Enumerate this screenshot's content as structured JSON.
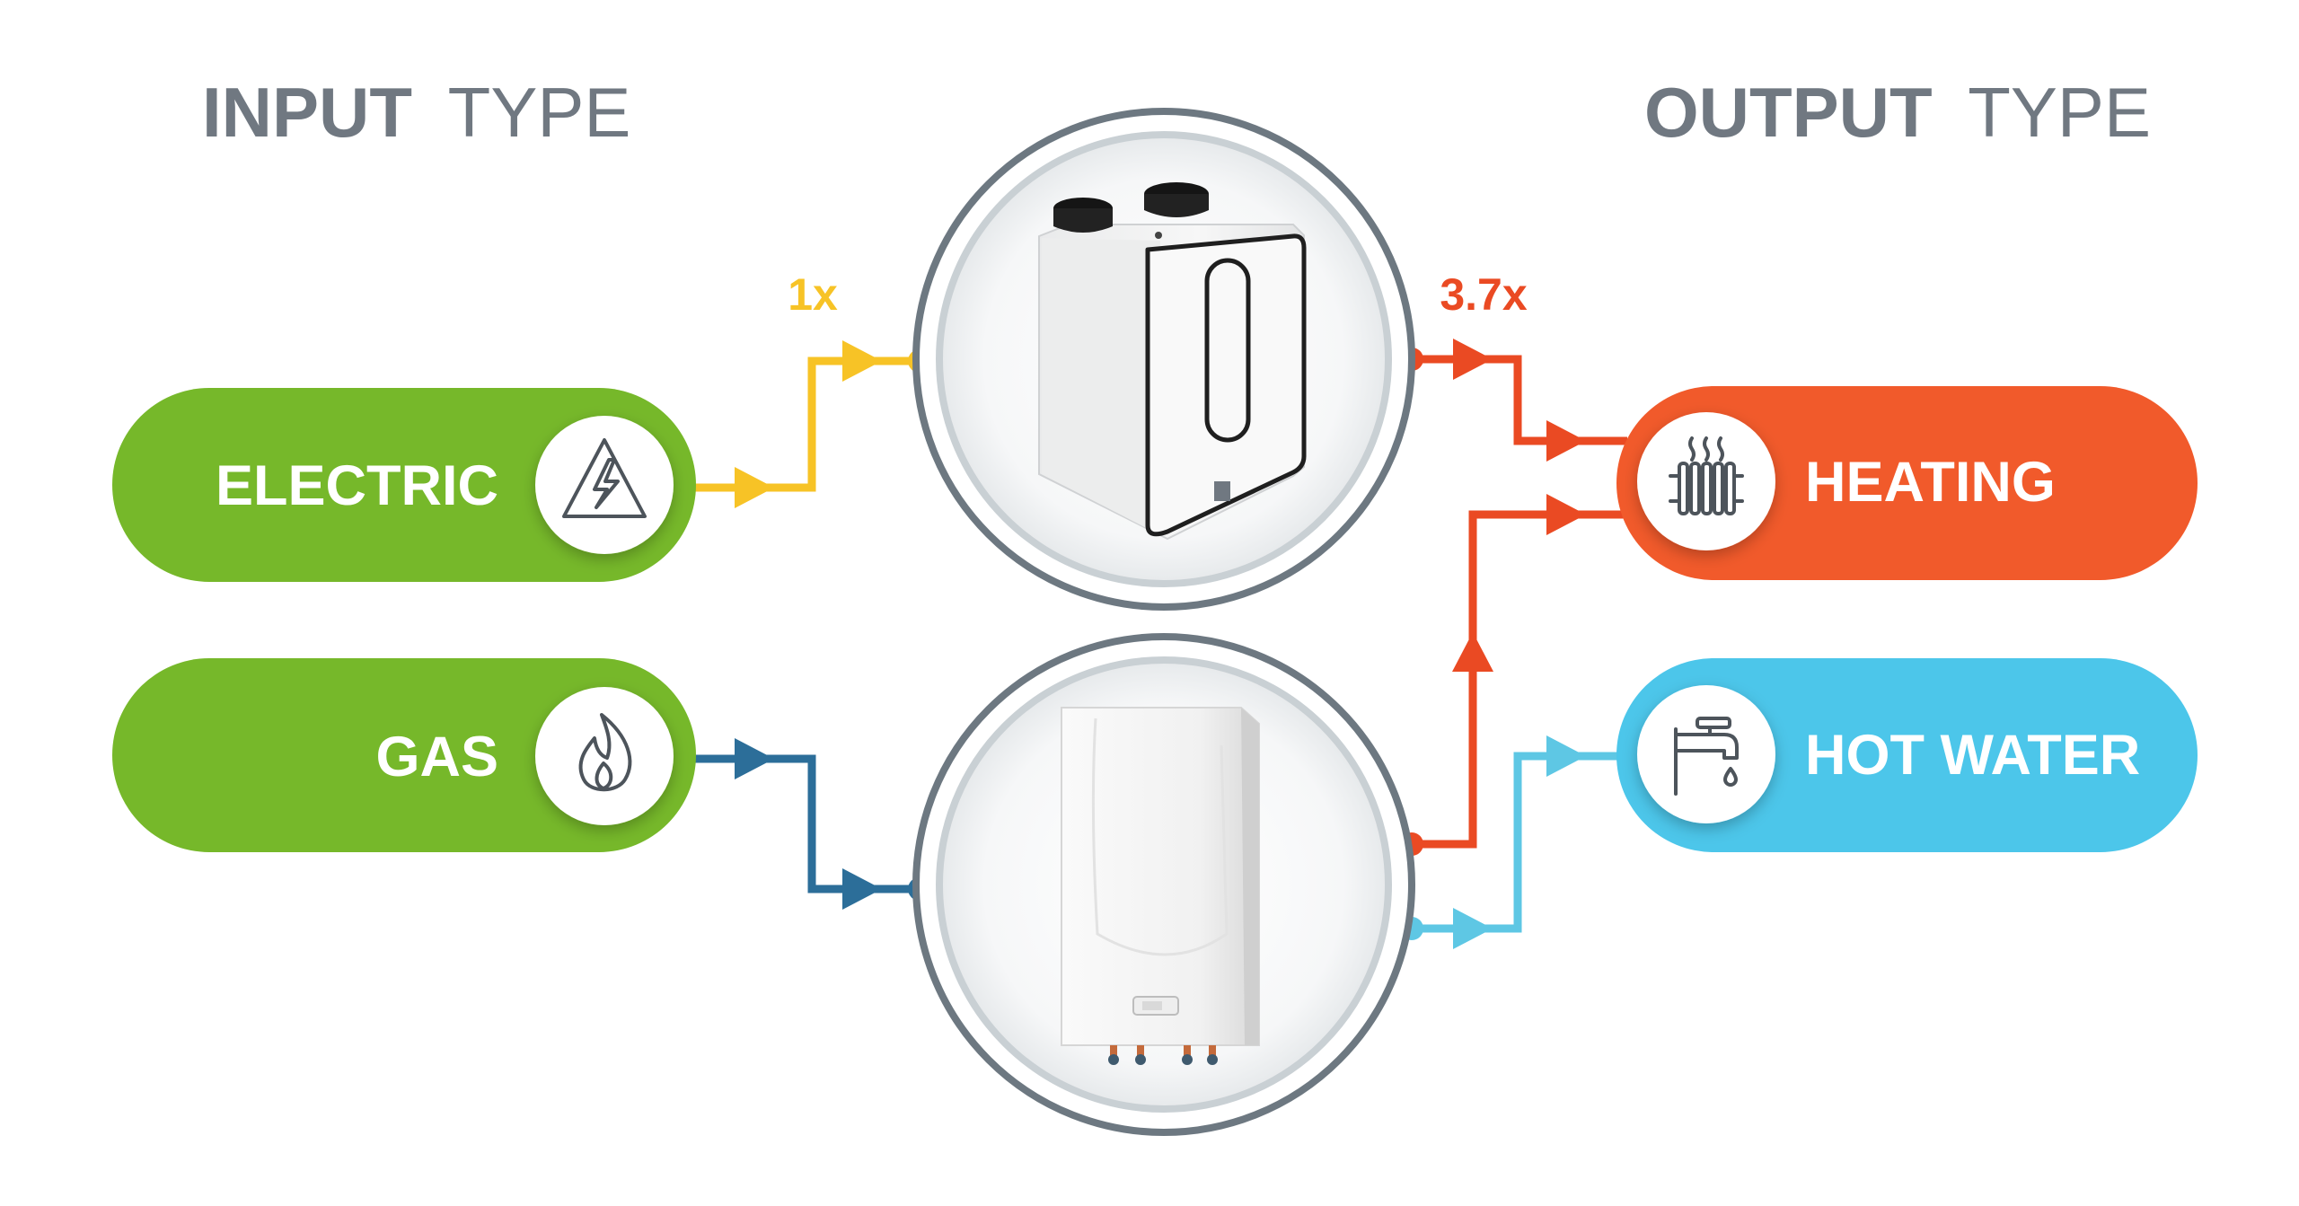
{
  "headings": {
    "input_bold": "INPUT",
    "input_light": "TYPE",
    "output_bold": "OUTPUT",
    "output_light": "TYPE"
  },
  "inputs": [
    {
      "label": "ELECTRIC",
      "icon": "electric-warning-icon"
    },
    {
      "label": "GAS",
      "icon": "flame-icon"
    }
  ],
  "outputs": [
    {
      "label": "HEATING",
      "icon": "radiator-icon"
    },
    {
      "label": "HOT WATER",
      "icon": "faucet-icon"
    }
  ],
  "multipliers": {
    "input": "1x",
    "output": "3.7x"
  },
  "devices": [
    {
      "name": "heat-pump-unit"
    },
    {
      "name": "gas-boiler-unit"
    }
  ],
  "colors": {
    "heading": "#707881",
    "green": "#76b82a",
    "red": "#f15a2b",
    "blue": "#4cc6ea",
    "electric_line": "#f7c326",
    "gas_line": "#2c6e99",
    "heat_line": "#ea4a23",
    "water_line": "#5ec7e4",
    "ring": "#6d7881",
    "ring_inner": "#c9d0d4"
  }
}
